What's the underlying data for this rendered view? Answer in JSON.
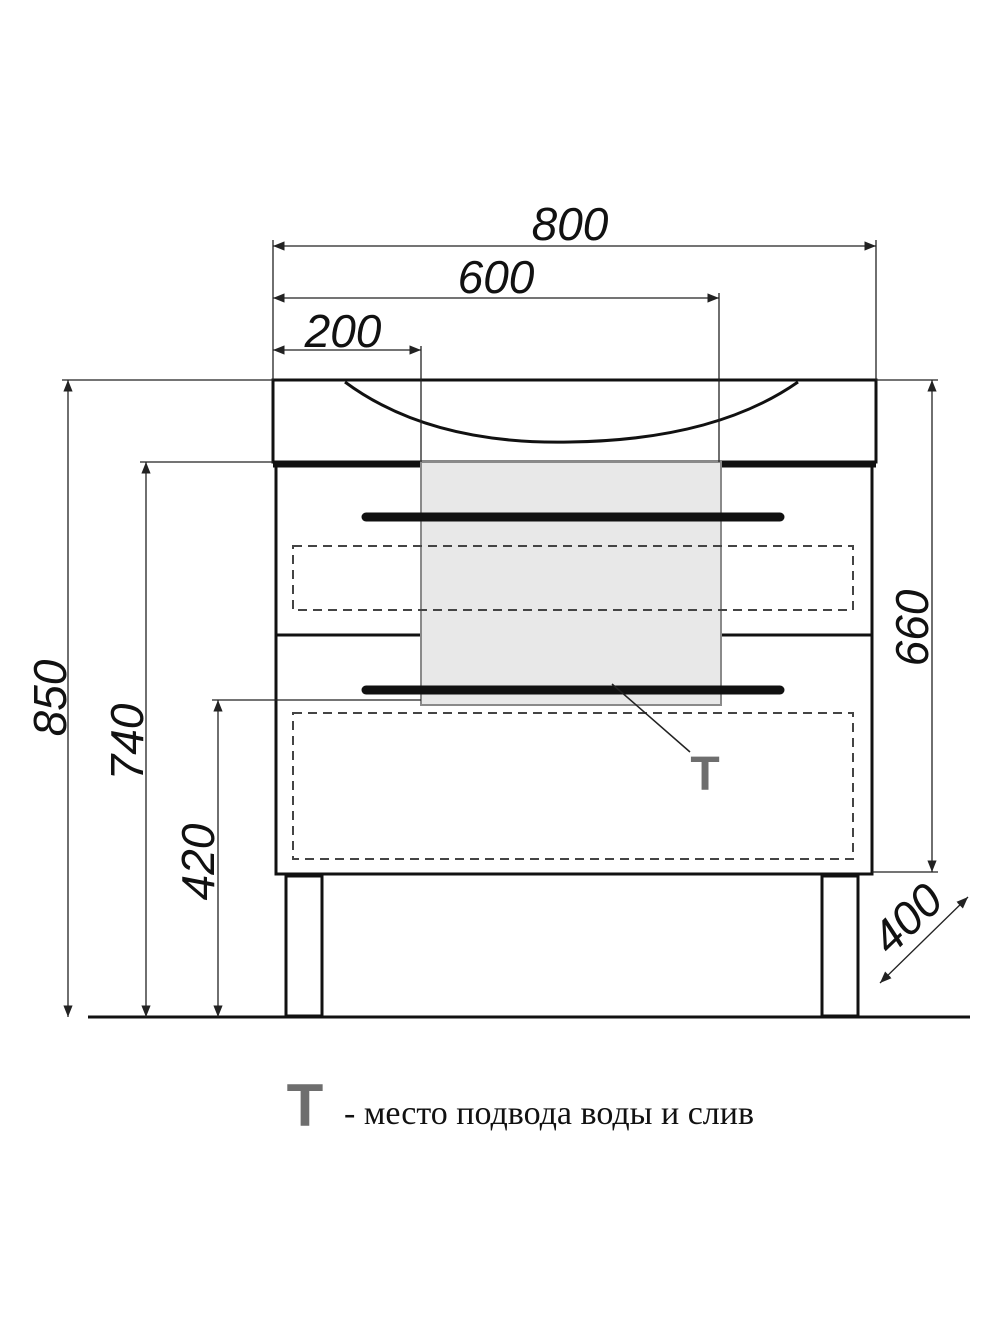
{
  "dimensions": {
    "width_total": "800",
    "width_600": "600",
    "width_200": "200",
    "height_total": "850",
    "height_740": "740",
    "height_420": "420",
    "height_660": "660",
    "depth": "400"
  },
  "marker": {
    "label": "T"
  },
  "legend": {
    "symbol": "T",
    "text": "- место подвода воды и слив"
  },
  "colors": {
    "line": "#111111",
    "service_zone_fill": "#e8e8e8",
    "service_zone_stroke": "#8a8a8a",
    "marker": "#6e6e6e"
  }
}
